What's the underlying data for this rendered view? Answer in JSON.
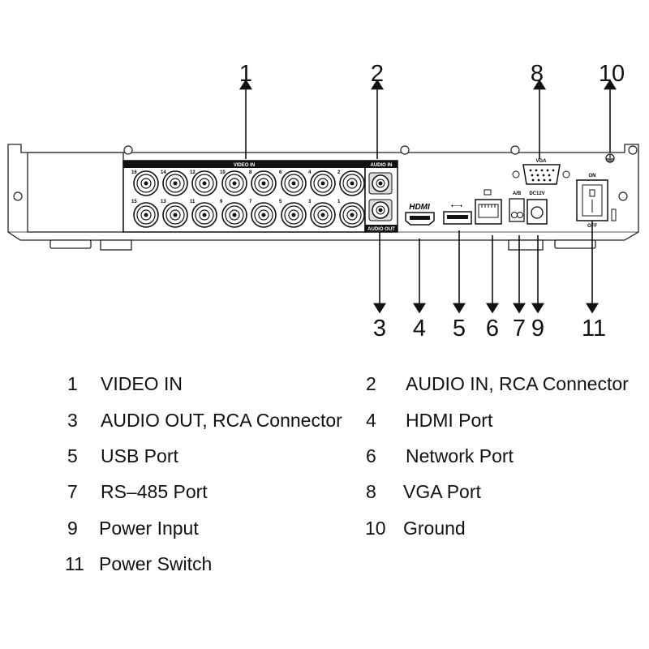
{
  "device": {
    "video_in_label": "VIDEO IN",
    "audio_in_label": "AUDIO IN",
    "audio_out_label": "AUDIO OUT",
    "hdmi_label": "HDMI",
    "vga_label": "VGA",
    "rs485_label": "A/B",
    "dc_label": "DC12V",
    "on_label": "ON",
    "off_label": "OFF",
    "bnc_top_numbers": [
      "16",
      "14",
      "12",
      "10",
      "8",
      "6",
      "4",
      "2"
    ],
    "bnc_bottom_numbers": [
      "15",
      "13",
      "11",
      "9",
      "7",
      "5",
      "3",
      "1"
    ]
  },
  "callouts": [
    "1",
    "2",
    "3",
    "4",
    "5",
    "6",
    "7",
    "8",
    "9",
    "10",
    "11"
  ],
  "legend": [
    {
      "num": "1",
      "label": "VIDEO IN"
    },
    {
      "num": "2",
      "label": "AUDIO IN, RCA Connector"
    },
    {
      "num": "3",
      "label": "AUDIO OUT, RCA Connector"
    },
    {
      "num": "4",
      "label": "HDMI Port"
    },
    {
      "num": "5",
      "label": "USB Port"
    },
    {
      "num": "6",
      "label": "Network Port"
    },
    {
      "num": "7",
      "label": "RS–485 Port"
    },
    {
      "num": "8",
      "label": "VGA Port"
    },
    {
      "num": "9",
      "label": "Power Input"
    },
    {
      "num": "10",
      "label": "Ground"
    },
    {
      "num": "11",
      "label": "Power Switch"
    }
  ]
}
